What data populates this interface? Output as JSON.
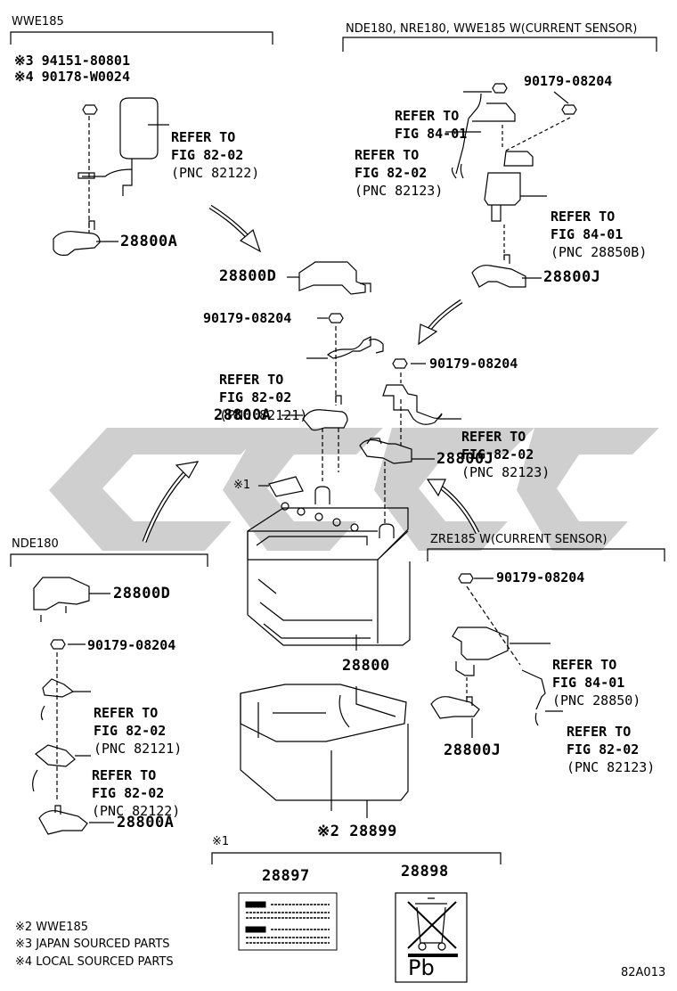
{
  "section_labels": {
    "wwe185": "WWE185",
    "nde_group": "NDE180, NRE180, WWE185   W(CURRENT SENSOR)",
    "nde180": "NDE180",
    "zre185": "ZRE185   W(CURRENT SENSOR)",
    "note1": "※1"
  },
  "wwe185_parts": {
    "nut_a": "※3 94151-80801",
    "nut_b": "※4 90178-W0024"
  },
  "part_numbers": {
    "p28800a_top": "28800A",
    "p28800d_mid": "28800D",
    "p28800j_top": "28800J",
    "p28800a_mid": "28800A",
    "p28800j_mid": "28800J",
    "p28800d_left": "28800D",
    "p28800a_left": "28800A",
    "p28800": "28800",
    "p28800j_bottom": "28800J",
    "p28899": "※2 28899",
    "p28897": "28897",
    "p28898": "28898"
  },
  "bolt_numbers": {
    "b1": "90179-08204",
    "b2": "90179-08204",
    "b3": "90179-08204",
    "b4": "90179-08204",
    "b5": "90179-08204"
  },
  "references": {
    "r1": {
      "refer": "REFER TO",
      "fig": "FIG 82-02",
      "pnc": "(PNC 82122)"
    },
    "r2": {
      "refer": "REFER TO",
      "fig": "FIG 84-01"
    },
    "r3": {
      "refer": "REFER TO",
      "fig": "FIG 82-02",
      "pnc": "(PNC 82123)"
    },
    "r4": {
      "refer": "REFER TO",
      "fig": "FIG 84-01",
      "pnc": "(PNC 28850B)"
    },
    "r5": {
      "refer": "REFER TO",
      "fig": "FIG 82-02",
      "pnc": "(PNC 82121)"
    },
    "r6": {
      "refer": "REFER TO",
      "fig": "FIG 82-02",
      "pnc": "(PNC 82123)"
    },
    "r7": {
      "refer": "REFER TO",
      "fig": "FIG 82-02",
      "pnc": "(PNC 82121)"
    },
    "r8": {
      "refer": "REFER TO",
      "fig": "FIG 82-02",
      "pnc": "(PNC 82122)"
    },
    "r9": {
      "refer": "REFER TO",
      "fig": "FIG 84-01",
      "pnc": "(PNC 28850)"
    },
    "r10": {
      "refer": "REFER TO",
      "fig": "FIG 82-02",
      "pnc": "(PNC 82123)"
    }
  },
  "footnotes": {
    "n2": "※2 WWE185",
    "n3": "※3 JAPAN SOURCED PARTS",
    "n4": "※4 LOCAL SOURCED PARTS"
  },
  "label_symbol": "Pb",
  "figure_code": "82A013",
  "colors": {
    "line": "#000000",
    "watermark": "#cccccc"
  }
}
